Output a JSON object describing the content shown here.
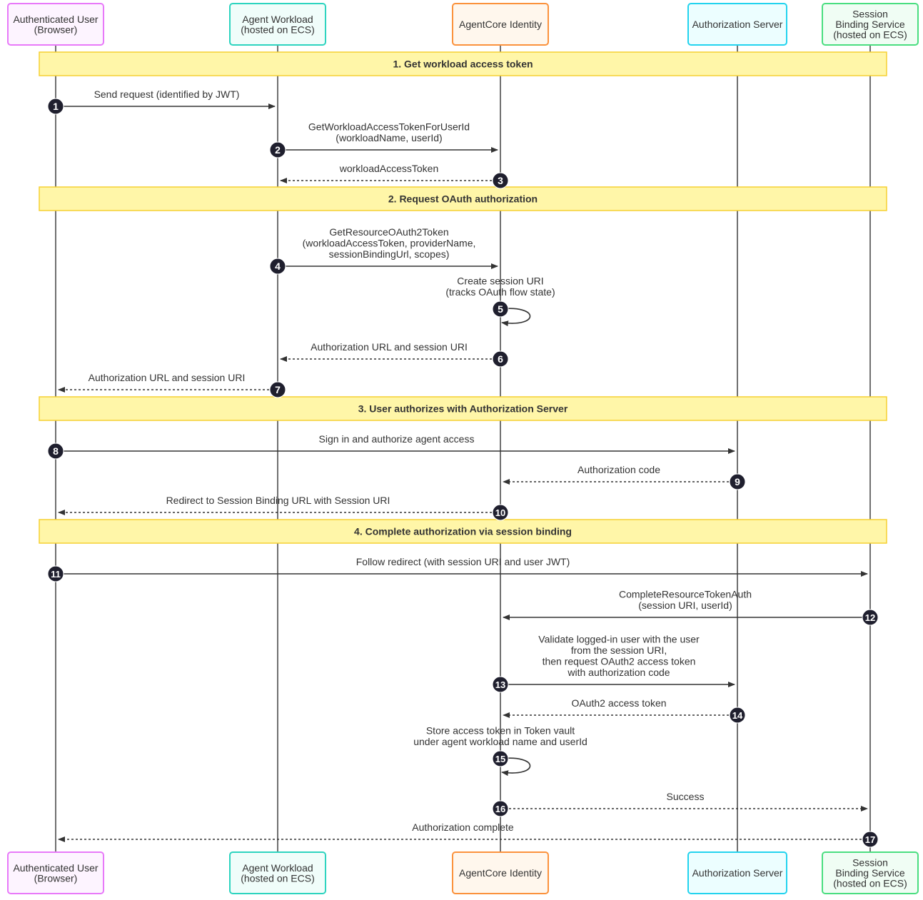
{
  "participants": [
    {
      "id": "user",
      "lines": [
        "Authenticated User",
        "(Browser)"
      ],
      "stroke": "#e879f9",
      "fill": "#fdf4ff"
    },
    {
      "id": "agent",
      "lines": [
        "Agent Workload",
        "(hosted on ECS)"
      ],
      "stroke": "#2dd4bf",
      "fill": "#f0fdfa"
    },
    {
      "id": "identity",
      "lines": [
        "AgentCore Identity"
      ],
      "stroke": "#fb923c",
      "fill": "#fff7ed"
    },
    {
      "id": "authserver",
      "lines": [
        "Authorization Server"
      ],
      "stroke": "#22d3ee",
      "fill": "#ecfeff"
    },
    {
      "id": "binding",
      "lines": [
        "Session",
        "Binding Service",
        "(hosted on ECS)"
      ],
      "stroke": "#4ade80",
      "fill": "#f0fdf4"
    }
  ],
  "sections": [
    {
      "label": "1. Get workload access token"
    },
    {
      "label": "2. Request OAuth authorization"
    },
    {
      "label": "3. User authorizes with Authorization Server"
    },
    {
      "label": "4. Complete authorization via session binding"
    }
  ],
  "messages": [
    {
      "num": "1",
      "from": "user",
      "to": "agent",
      "style": "solid",
      "lines": [
        "Send request (identified by JWT)"
      ]
    },
    {
      "num": "2",
      "from": "agent",
      "to": "identity",
      "style": "solid",
      "lines": [
        "GetWorkloadAccessTokenForUserId",
        "(workloadName, userId)"
      ]
    },
    {
      "num": "3",
      "from": "identity",
      "to": "agent",
      "style": "dashed",
      "lines": [
        "workloadAccessToken"
      ]
    },
    {
      "num": "4",
      "from": "agent",
      "to": "identity",
      "style": "solid",
      "lines": [
        "GetResourceOAuth2Token",
        "(workloadAccessToken, providerName,",
        "sessionBindingUrl, scopes)"
      ]
    },
    {
      "num": "5",
      "from": "identity",
      "to": "identity",
      "style": "self",
      "lines": [
        "Create session URI",
        "(tracks OAuth flow state)"
      ]
    },
    {
      "num": "6",
      "from": "identity",
      "to": "agent",
      "style": "dashed",
      "lines": [
        "Authorization URL and session URI"
      ]
    },
    {
      "num": "7",
      "from": "agent",
      "to": "user",
      "style": "dashed",
      "lines": [
        "Authorization URL and session URI"
      ]
    },
    {
      "num": "8",
      "from": "user",
      "to": "authserver",
      "style": "solid",
      "lines": [
        "Sign in and authorize agent access"
      ]
    },
    {
      "num": "9",
      "from": "authserver",
      "to": "identity",
      "style": "dashed",
      "lines": [
        "Authorization code"
      ]
    },
    {
      "num": "10",
      "from": "identity",
      "to": "user",
      "style": "dashed",
      "lines": [
        "Redirect to Session Binding URL with Session URI"
      ]
    },
    {
      "num": "11",
      "from": "user",
      "to": "binding",
      "style": "solid",
      "lines": [
        "Follow redirect (with session URI and user JWT)"
      ]
    },
    {
      "num": "12",
      "from": "binding",
      "to": "identity",
      "style": "solid",
      "lines": [
        "CompleteResourceTokenAuth",
        "(session URI, userId)"
      ]
    },
    {
      "num": "13",
      "from": "identity",
      "to": "authserver",
      "style": "solid",
      "lines": [
        "Validate logged-in user with the user",
        "from the session URI,",
        "then request OAuth2 access token",
        "with authorization code"
      ]
    },
    {
      "num": "14",
      "from": "authserver",
      "to": "identity",
      "style": "dashed",
      "lines": [
        "OAuth2 access token"
      ]
    },
    {
      "num": "15",
      "from": "identity",
      "to": "identity",
      "style": "self",
      "lines": [
        "Store access token in Token vault",
        "under agent workload name and userId"
      ]
    },
    {
      "num": "16",
      "from": "identity",
      "to": "binding",
      "style": "dashed",
      "lines": [
        "Success"
      ]
    },
    {
      "num": "17",
      "from": "binding",
      "to": "user",
      "style": "dashed",
      "lines": [
        "Authorization complete"
      ]
    }
  ],
  "colors": {
    "line": "#333333",
    "text": "#333333",
    "badge": "#1f1f2e",
    "section_fill": "#fff6a8",
    "section_stroke": "#f5d033"
  }
}
